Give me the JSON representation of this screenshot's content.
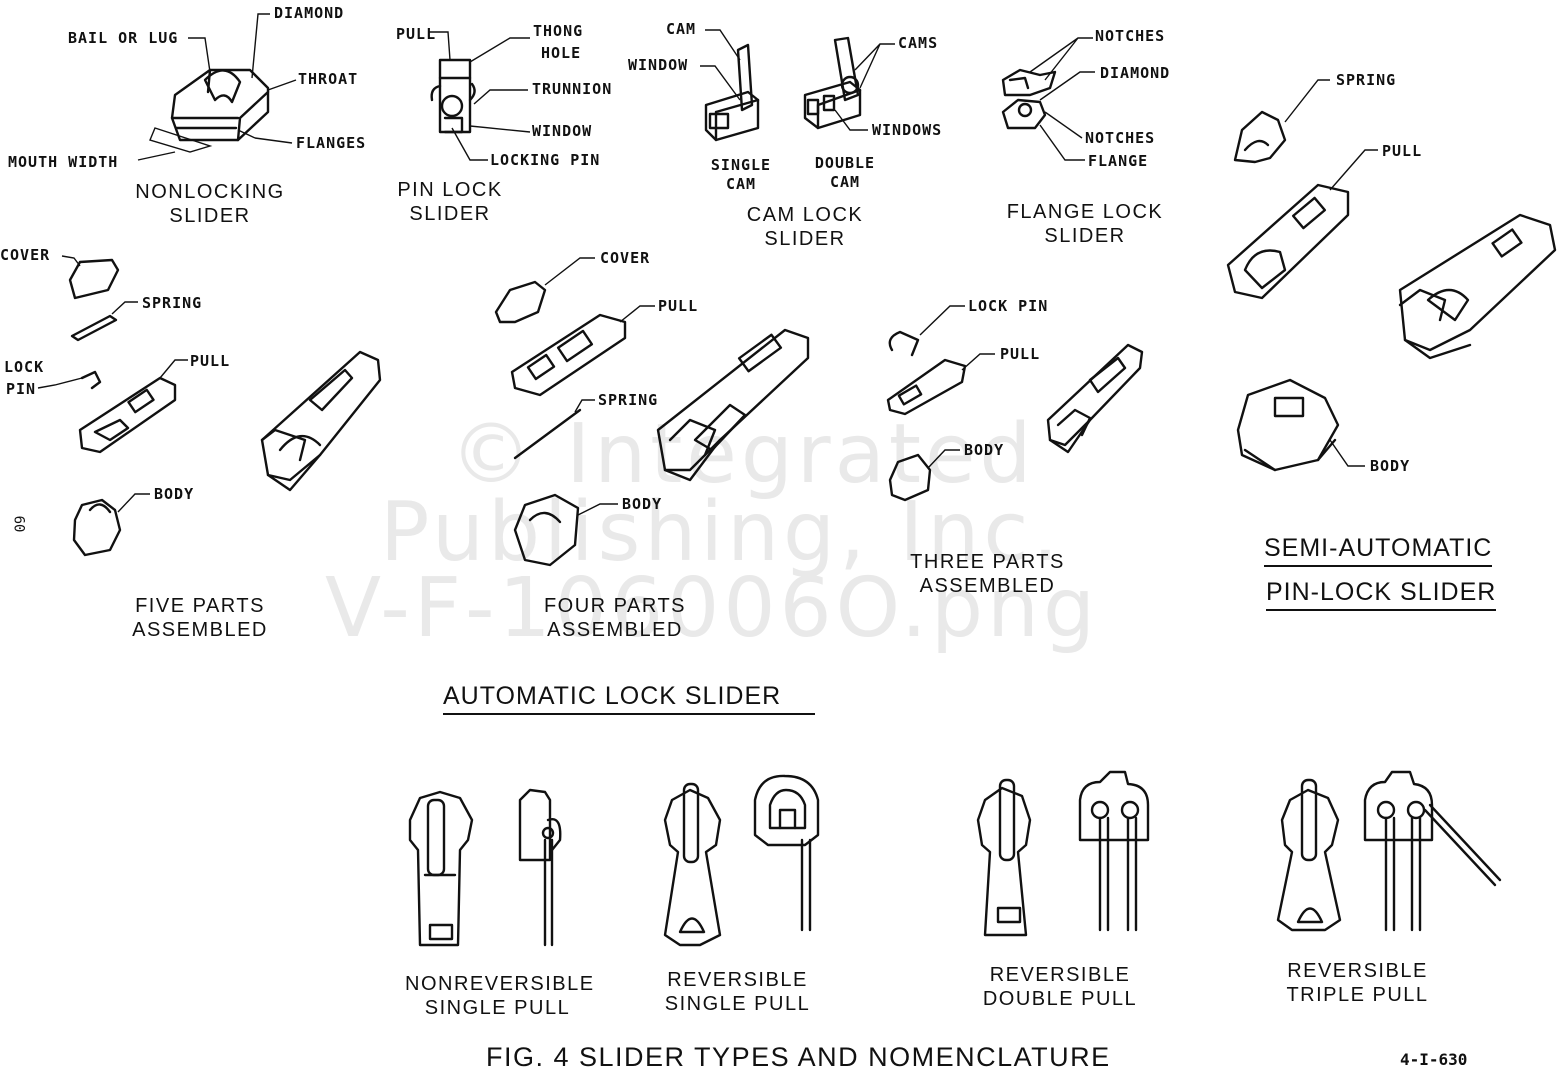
{
  "watermark": {
    "line1": "© Integrated",
    "line2": "Publishing, Inc.",
    "line3": "V-F-106006O.png"
  },
  "nonlocking": {
    "caption_l1": "NONLOCKING",
    "caption_l2": "SLIDER",
    "bail": "BAIL OR LUG",
    "diamond": "DIAMOND",
    "throat": "THROAT",
    "flanges": "FLANGES",
    "mouth": "MOUTH WIDTH"
  },
  "pinlock": {
    "caption_l1": "PIN LOCK",
    "caption_l2": "SLIDER",
    "pull": "PULL",
    "thong_l1": "THONG",
    "thong_l2": "HOLE",
    "trunnion": "TRUNNION",
    "window": "WINDOW",
    "locking_pin": "LOCKING PIN"
  },
  "camlock": {
    "caption_l1": "CAM LOCK",
    "caption_l2": "SLIDER",
    "cam": "CAM",
    "window": "WINDOW",
    "cams": "CAMS",
    "windows": "WINDOWS",
    "single_l1": "SINGLE",
    "single_l2": "CAM",
    "double_l1": "DOUBLE",
    "double_l2": "CAM"
  },
  "flangelock": {
    "caption_l1": "FLANGE LOCK",
    "caption_l2": "SLIDER",
    "notches1": "NOTCHES",
    "diamond": "DIAMOND",
    "notches2": "NOTCHES",
    "flange": "FLANGE"
  },
  "semiauto": {
    "title_l1": "SEMI-AUTOMATIC",
    "title_l2": "PIN-LOCK SLIDER",
    "spring": "SPRING",
    "pull": "PULL",
    "body": "BODY"
  },
  "five_parts": {
    "caption_l1": "FIVE PARTS",
    "caption_l2": "ASSEMBLED",
    "cover": "COVER",
    "spring": "SPRING",
    "lock_l1": "LOCK",
    "lock_l2": "PIN",
    "pull": "PULL",
    "body": "BODY"
  },
  "four_parts": {
    "caption_l1": "FOUR PARTS",
    "caption_l2": "ASSEMBLED",
    "cover": "COVER",
    "pull": "PULL",
    "spring": "SPRING",
    "body": "BODY"
  },
  "three_parts": {
    "caption_l1": "THREE PARTS",
    "caption_l2": "ASSEMBLED",
    "lock_pin": "LOCK PIN",
    "pull": "PULL",
    "body": "BODY"
  },
  "automatic_title": "AUTOMATIC LOCK SLIDER",
  "pulls": {
    "nonrev_l1": "NONREVERSIBLE",
    "nonrev_l2": "SINGLE PULL",
    "rev_single_l1": "REVERSIBLE",
    "rev_single_l2": "SINGLE PULL",
    "rev_double_l1": "REVERSIBLE",
    "rev_double_l2": "DOUBLE PULL",
    "rev_triple_l1": "REVERSIBLE",
    "rev_triple_l2": "TRIPLE PULL"
  },
  "figure_caption": "FIG. 4 SLIDER TYPES AND NOMENCLATURE",
  "figure_code": "4-I-630",
  "side_mark": "60"
}
